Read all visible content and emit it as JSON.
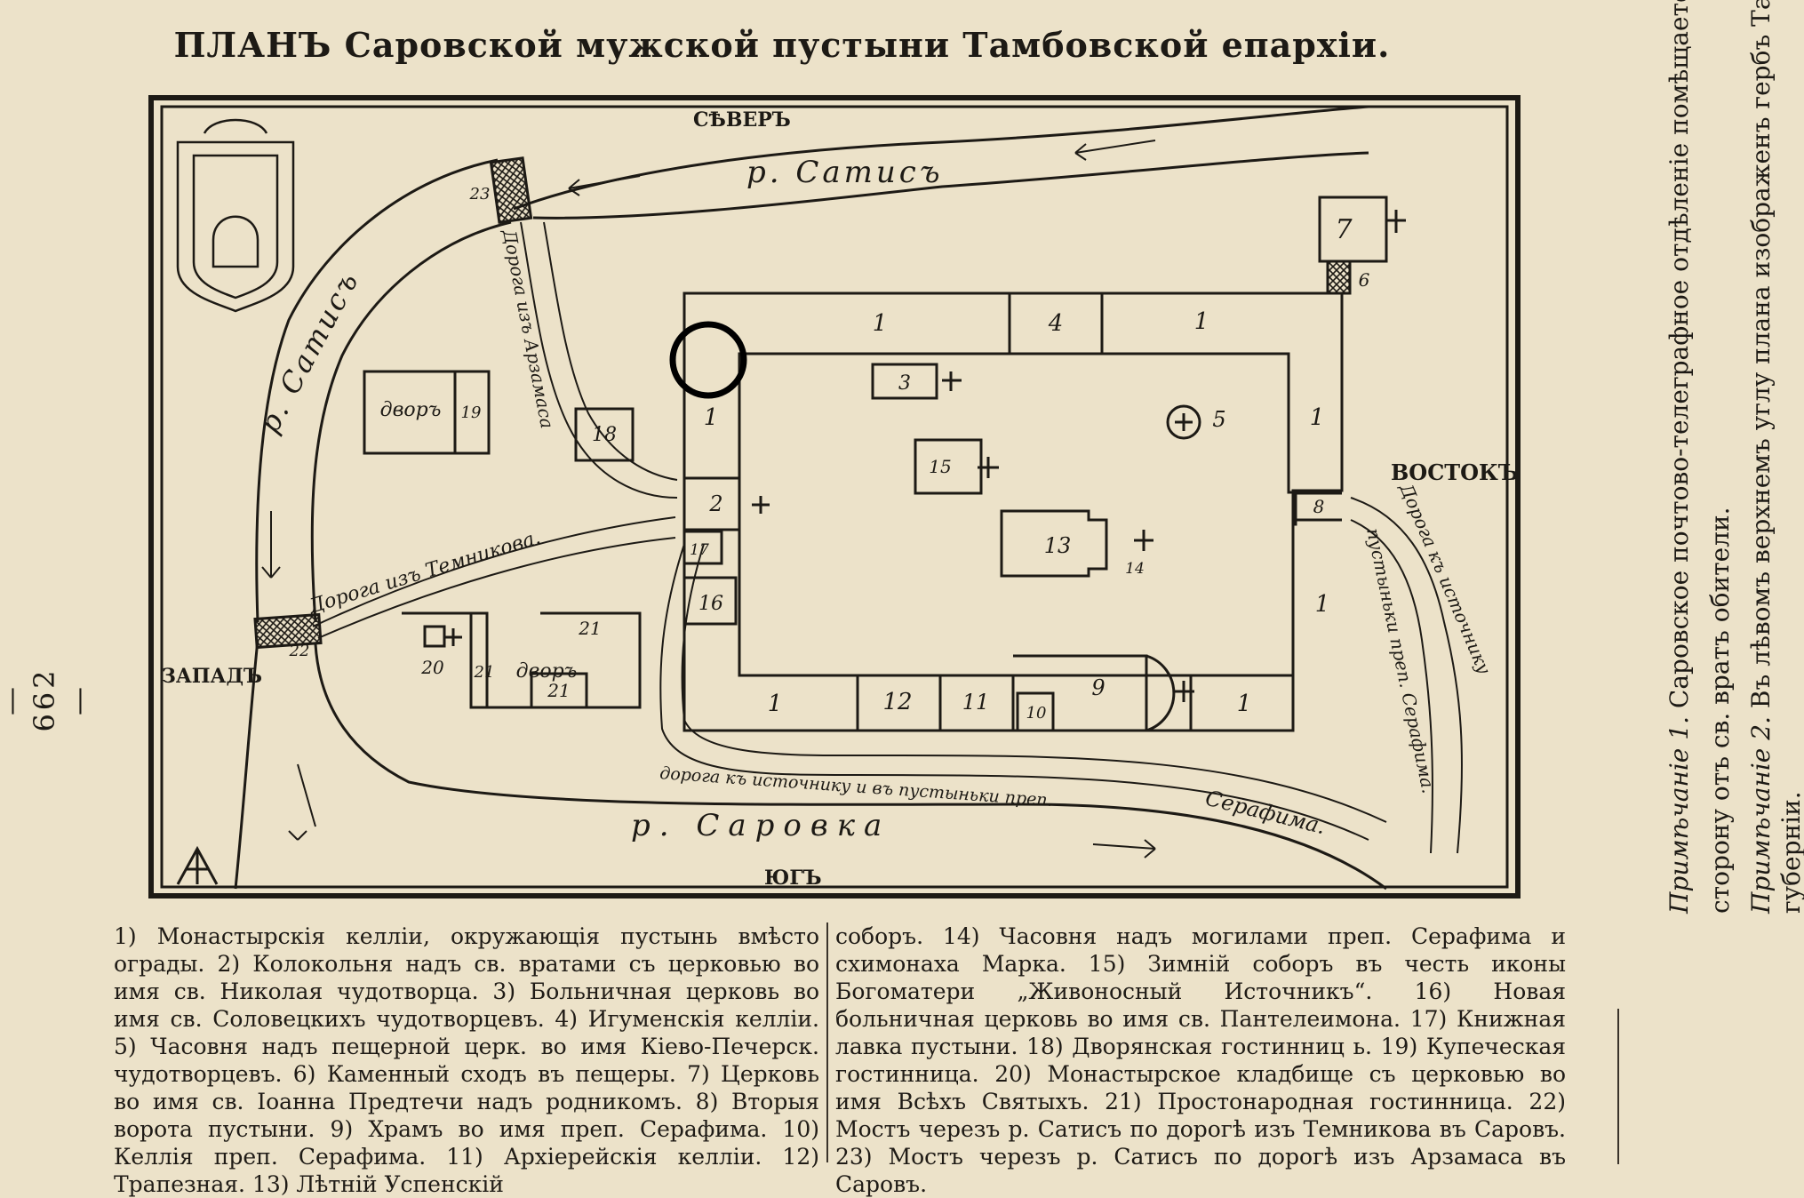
{
  "title": "ПЛАНЪ Саровской мужской пустыни Тамбовской епархіи.",
  "page_number": "— 662 —",
  "compass": {
    "north": "СѢВЕРЪ",
    "south": "ЮГЪ",
    "west": "ЗАПАДЪ",
    "east": "ВОСТОКЪ"
  },
  "rivers": {
    "satis_top": "р. Сатисъ",
    "satis_left": "р. Сатисъ",
    "sarovka": "р. Саровка"
  },
  "roads": {
    "temnikov": "Дорога изъ Темникова.",
    "arzamas": "Дорога изъ Арзамаса",
    "spring_bottom_a": "дорога къ источнику и въ пустыньки преп.",
    "spring_bottom_b": "Серафима.",
    "spring_right_a": "Дорога къ источнику",
    "spring_right_b": "пустыньки преп. Серафима."
  },
  "building_labels": {
    "kel_top_left": "1",
    "kel_top_right": "1",
    "b4": "4",
    "b7": "7",
    "b6": "6",
    "kel_left": "1",
    "b2": "2",
    "b17": "17",
    "b16": "16",
    "kel_bottom_left": "1",
    "b12": "12",
    "b11": "11",
    "b10": "10",
    "b9": "9",
    "kel_bottom_right": "1",
    "kel_right_upper": "1",
    "b8": "8",
    "kel_right_lower": "1",
    "b3": "3",
    "b15": "15",
    "b13": "13",
    "b14": "14",
    "b5": "5",
    "dvor_top": "дворъ",
    "b19": "19",
    "b18": "18",
    "b20": "20",
    "b21a": "21",
    "b21b": "21",
    "b21c": "21",
    "dvor_bottom": "дворъ",
    "bridge22": "22",
    "bridge23": "23"
  },
  "caption_left": "1) Монастырскія келліи, окружающія пустынь вмѣсто ограды. 2) Колокольня надъ св. вратами съ церковью во имя св. Николая чудотворца. 3) Больничная церковь во имя св. Соловецкихъ чудотворцевъ. 4) Игуменскія келліи. 5) Часовня надъ пещерной церк. во имя Кіево-Печерск. чудотворцевъ. 6) Каменный сходъ въ пещеры. 7) Церковь во имя св. Іоанна Предтечи надъ родникомъ. 8) Вторыя ворота пустыни. 9) Храмъ во имя преп. Серафима. 10) Келлія преп. Серафима. 11) Архіерейскія келліи. 12) Трапезная. 13) Лѣтній Успенскій",
  "caption_right": "соборъ. 14) Часовня надъ могилами преп. Серафима и схимонаха Марка. 15) Зимній соборъ въ честь иконы Богоматери „Живоносный Источникъ“. 16) Новая больничная церковь во имя св. Пантелеимона. 17) Книжная лавка пустыни. 18) Дворянская гостинниц ь. 19) Купеческая гостинница. 20) Монастырское кладбище съ церковью во имя Всѣхъ Святыхъ. 21) Простонародная гостинница. 22) Мостъ черезъ р. Сатисъ по дорогѣ изъ Темникова въ Саровъ. 23) Мостъ черезъ р. Сатисъ по дорогѣ изъ Арзамаса въ Саровъ.",
  "notes": {
    "note1_label": "Примѣчаніе 1.",
    "note1_a": "Саровское почтово-телеграфное отдѣленіе помѣщается по лѣвую",
    "note1_b": "сторону отъ св. вратъ обители.",
    "note2_label": "Примѣчаніе 2.",
    "note2_a": "Въ лѣвомъ верхнемъ углу плана изображенъ гербъ Тамбовской",
    "note2_b": "губерніи."
  },
  "icons": [
    "coat-of-arms-icon",
    "cross-icon",
    "bridge-icon",
    "arrow-icon",
    "monogram-icon",
    "circle-marker-icon"
  ],
  "colors": {
    "paper": "#ece2c9",
    "ink": "#1d1a15"
  }
}
